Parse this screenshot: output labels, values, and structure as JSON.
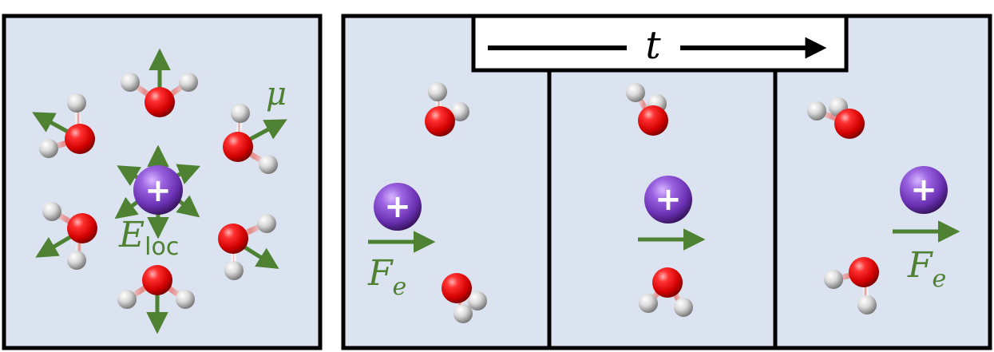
{
  "labels": {
    "dipole": "μ",
    "local_field_symbol": "E",
    "local_field_subscript": "loc",
    "time": "t",
    "force_symbol": "F",
    "force_subscript": "e",
    "ion_charge": "+"
  },
  "colors": {
    "panel_bg": "#dbe3f1",
    "panel_border": "#000000",
    "arrow_green": "#4e8232",
    "oxygen": "#e00000",
    "hydrogen": "#d8d8d8",
    "ion": "#7d48c7",
    "time_arrow": "#000000"
  }
}
